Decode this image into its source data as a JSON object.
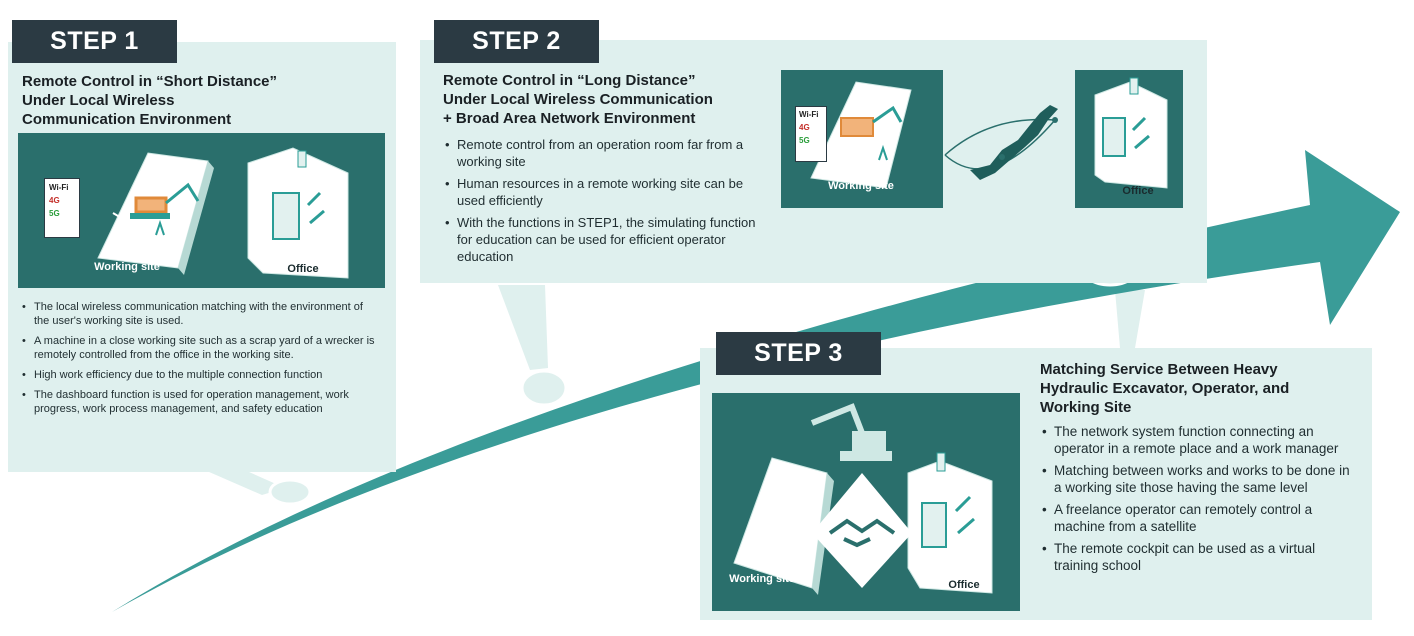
{
  "step1": {
    "tag": "STEP 1",
    "title_lines": [
      "Remote Control in “Short Distance”",
      "Under Local Wireless",
      "Communication Environment"
    ],
    "working_site_label": "Working site",
    "office_label": "Office",
    "network_icons": [
      "Wi-Fi",
      "4G",
      "5G"
    ],
    "bullets": [
      "The local wireless communication matching with the environment of the user's working site is used.",
      "A machine in a close working site such as a scrap yard of a wrecker is remotely controlled from the office in the working site.",
      "High work efficiency due to the multiple connection function",
      "The dashboard function is used for operation management, work progress, work process management, and safety education"
    ]
  },
  "step2": {
    "tag": "STEP 2",
    "title_lines": [
      "Remote Control in “Long Distance”",
      "Under Local Wireless Communication",
      "+ Broad Area Network Environment"
    ],
    "working_site_label": "Working site",
    "office_label": "Office",
    "network_icons": [
      "Wi-Fi",
      "4G",
      "5G"
    ],
    "bullets": [
      "Remote control from an operation room far from a working site",
      "Human resources in a remote working site can be used efficiently",
      "With the functions in STEP1, the simulating function for education can be used for efficient operator education"
    ]
  },
  "step3": {
    "tag": "STEP 3",
    "title_lines": [
      "Matching Service Between Heavy",
      "Hydraulic Excavator, Operator, and",
      "Working Site"
    ],
    "working_site_label": "Working site",
    "office_label": "Office",
    "bullets": [
      "The network system function connecting an operator in a remote place and a work manager",
      "Matching between works and works to be done in a working site those having the same level",
      "A freelance operator can remotely control a machine from a satellite",
      "The remote cockpit can be used as a virtual training school"
    ]
  },
  "colors": {
    "panel": "#dff0ee",
    "teal_dark": "#2a6f6c",
    "arrow": "#3a9c98",
    "tag": "#2b3a43"
  }
}
